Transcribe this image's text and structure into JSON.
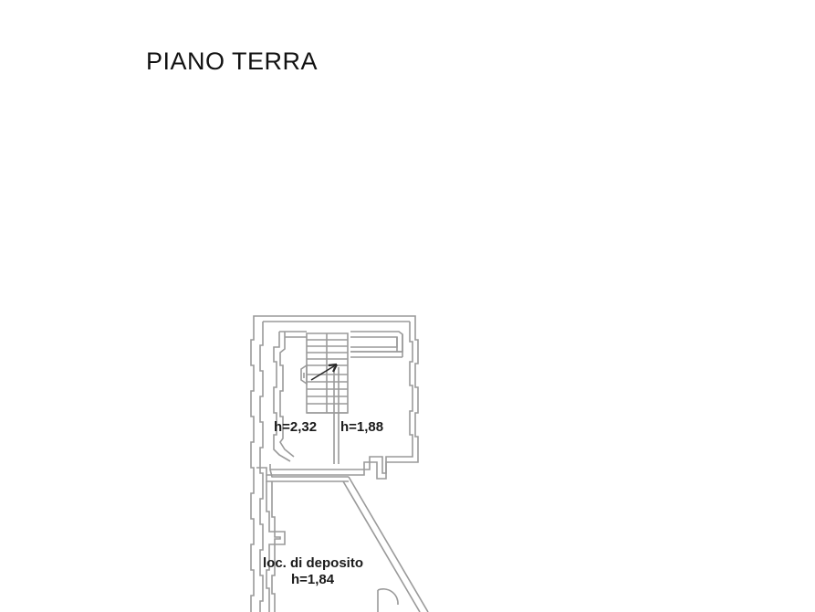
{
  "document": {
    "title": "PIANO TERRA",
    "background_color": "#ffffff",
    "line_color": "#9a9a9a",
    "text_color": "#111111"
  },
  "floorplan": {
    "name": "piano-terra-floorplan",
    "rooms": [
      {
        "id": "vano-scala-sx",
        "height_label": "h=2,32",
        "feature": "staircase"
      },
      {
        "id": "vano-dx",
        "height_label": "h=1,88"
      },
      {
        "id": "locale-deposito",
        "name_label": "loc. di deposito",
        "height_label": "h=1,84"
      }
    ],
    "labels": {
      "h_left": "h=2,32",
      "h_right": "h=1,88",
      "deposito_name": "loc. di deposito",
      "deposito_height": "h=1,84"
    },
    "icons": {
      "stair_direction": "stair-up-arrow-icon"
    }
  }
}
